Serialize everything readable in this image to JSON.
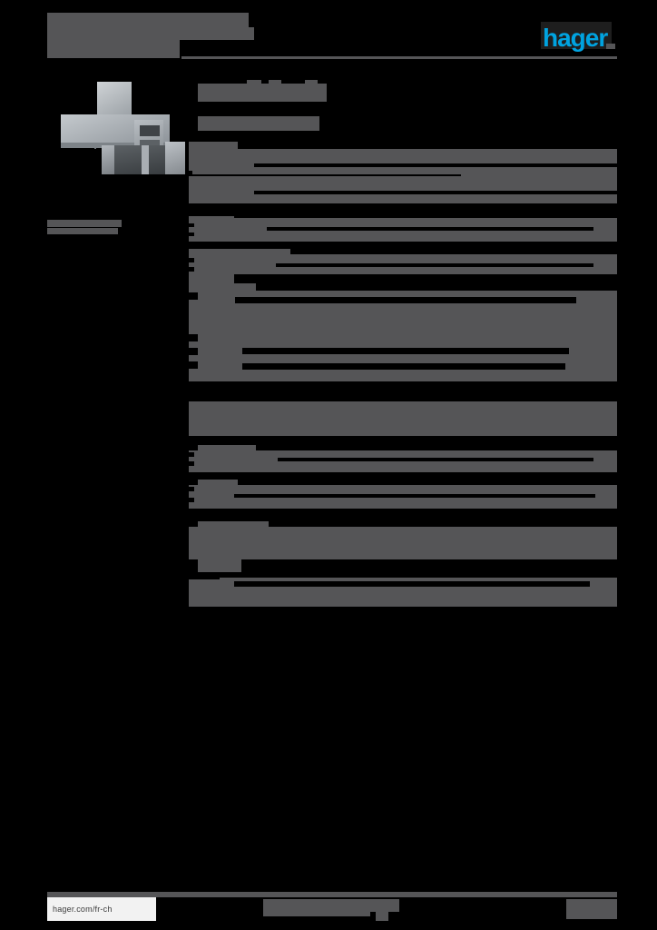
{
  "document": {
    "type": "product-datasheet",
    "brand_logo_text": "hager",
    "brand_color": "#00a3e0",
    "page_background": "#000000",
    "redaction_color": "#555557",
    "header": {
      "title_redacted": true,
      "title_lines": [
        "",
        "",
        ""
      ],
      "rule_visible": true
    },
    "product_image": {
      "alt": "grey cable trunking T-piece components",
      "visible": true
    },
    "sidebar": {
      "caption_redacted": true,
      "caption_lines": [
        "",
        ""
      ]
    },
    "main": {
      "heading_redacted": true,
      "heading": "",
      "subheading": "",
      "sections": [
        {
          "label": "",
          "rows": [
            {
              "label": "",
              "value": ""
            },
            {
              "label": "",
              "value": ""
            }
          ]
        },
        {
          "label": "",
          "rows": [
            {
              "label": "",
              "value": ""
            }
          ]
        },
        {
          "label": "",
          "rows": [
            {
              "label": "",
              "value": ""
            },
            {
              "label": "",
              "value": ""
            },
            {
              "label": "",
              "value": ""
            }
          ]
        },
        {
          "label": "",
          "rows": [
            {
              "label": "",
              "value": ""
            }
          ]
        },
        {
          "label": "",
          "rows": [
            {
              "label": "",
              "value": ""
            }
          ]
        },
        {
          "label": "",
          "rows": [
            {
              "label": "",
              "value": ""
            }
          ]
        },
        {
          "label": "",
          "rows": [
            {
              "label": "",
              "value": ""
            }
          ]
        }
      ]
    },
    "footer": {
      "url": "hager.com/fr-ch",
      "center_text_redacted": true,
      "center_text": "",
      "page_number_redacted": true,
      "page_number": ""
    }
  }
}
